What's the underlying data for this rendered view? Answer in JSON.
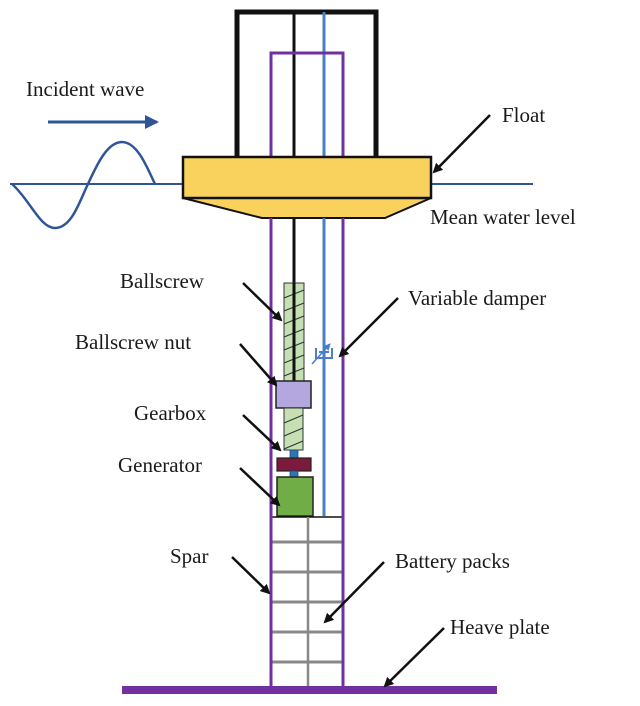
{
  "diagram": {
    "subject": "Spar-buoy wave energy converter with ballscrew PTO",
    "labels": {
      "incident_wave": "Incident wave",
      "float": "Float",
      "mean_water_level": "Mean water level",
      "ballscrew": "Ballscrew",
      "variable_damper": "Variable damper",
      "ballscrew_nut": "Ballscrew nut",
      "gearbox": "Gearbox",
      "generator": "Generator",
      "spar": "Spar",
      "battery_packs": "Battery packs",
      "heave_plate": "Heave plate"
    },
    "colors": {
      "frame": "#111111",
      "spar": "#7030a0",
      "water_line": "#2e5597",
      "damper_line": "#4a7fc8",
      "float_fill": "#f9d25e",
      "ballscrew_fill": "#c6e0b4",
      "nut_fill": "#b4a7e0",
      "gearbox_fill": "#7b1a3c",
      "generator_fill": "#70ad47",
      "shaft_fill": "#2e75b6",
      "battery_grid": "#888888"
    }
  }
}
